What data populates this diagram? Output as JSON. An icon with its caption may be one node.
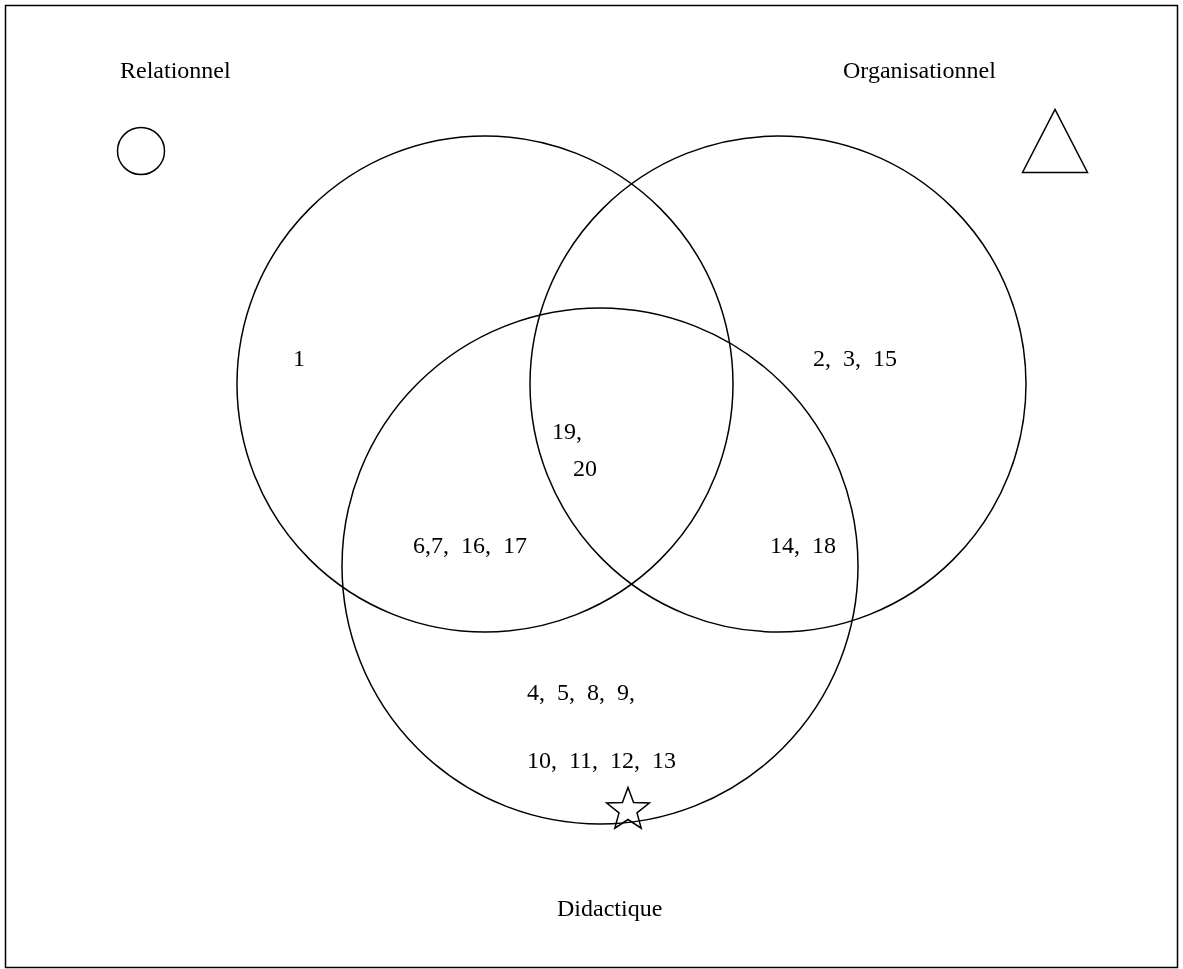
{
  "diagram": {
    "nodes": [
      {
        "text": [],
        "shape": "circle"
      },
      {
        "text": [],
        "shape": "circle"
      },
      {
        "text": [],
        "shape": "circle"
      }
    ],
    "edges": [],
    "labels": [
      "1",
      "2, 3, 15",
      "19,",
      "20",
      "6,7, 16, 17",
      "14, 18",
      "4, 5, 8, 9,",
      "10, 11, 12, 13"
    ],
    "legend": [
      {
        "text": "Relationnel"
      },
      {
        "text": "Organisationnel"
      },
      {
        "text": "Didactique"
      }
    ]
  }
}
